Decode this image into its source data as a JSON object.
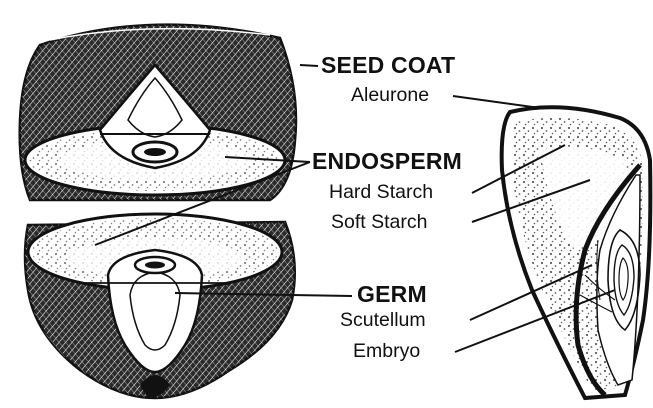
{
  "labels": {
    "seed_coat": "SEED COAT",
    "aleurone": "Aleurone",
    "endosperm": "ENDOSPERM",
    "hard_starch": "Hard Starch",
    "soft_starch": "Soft Starch",
    "germ": "GERM",
    "scutellum": "Scutellum",
    "embryo": "Embryo"
  },
  "colors": {
    "ink": "#111111",
    "background": "#ffffff"
  }
}
